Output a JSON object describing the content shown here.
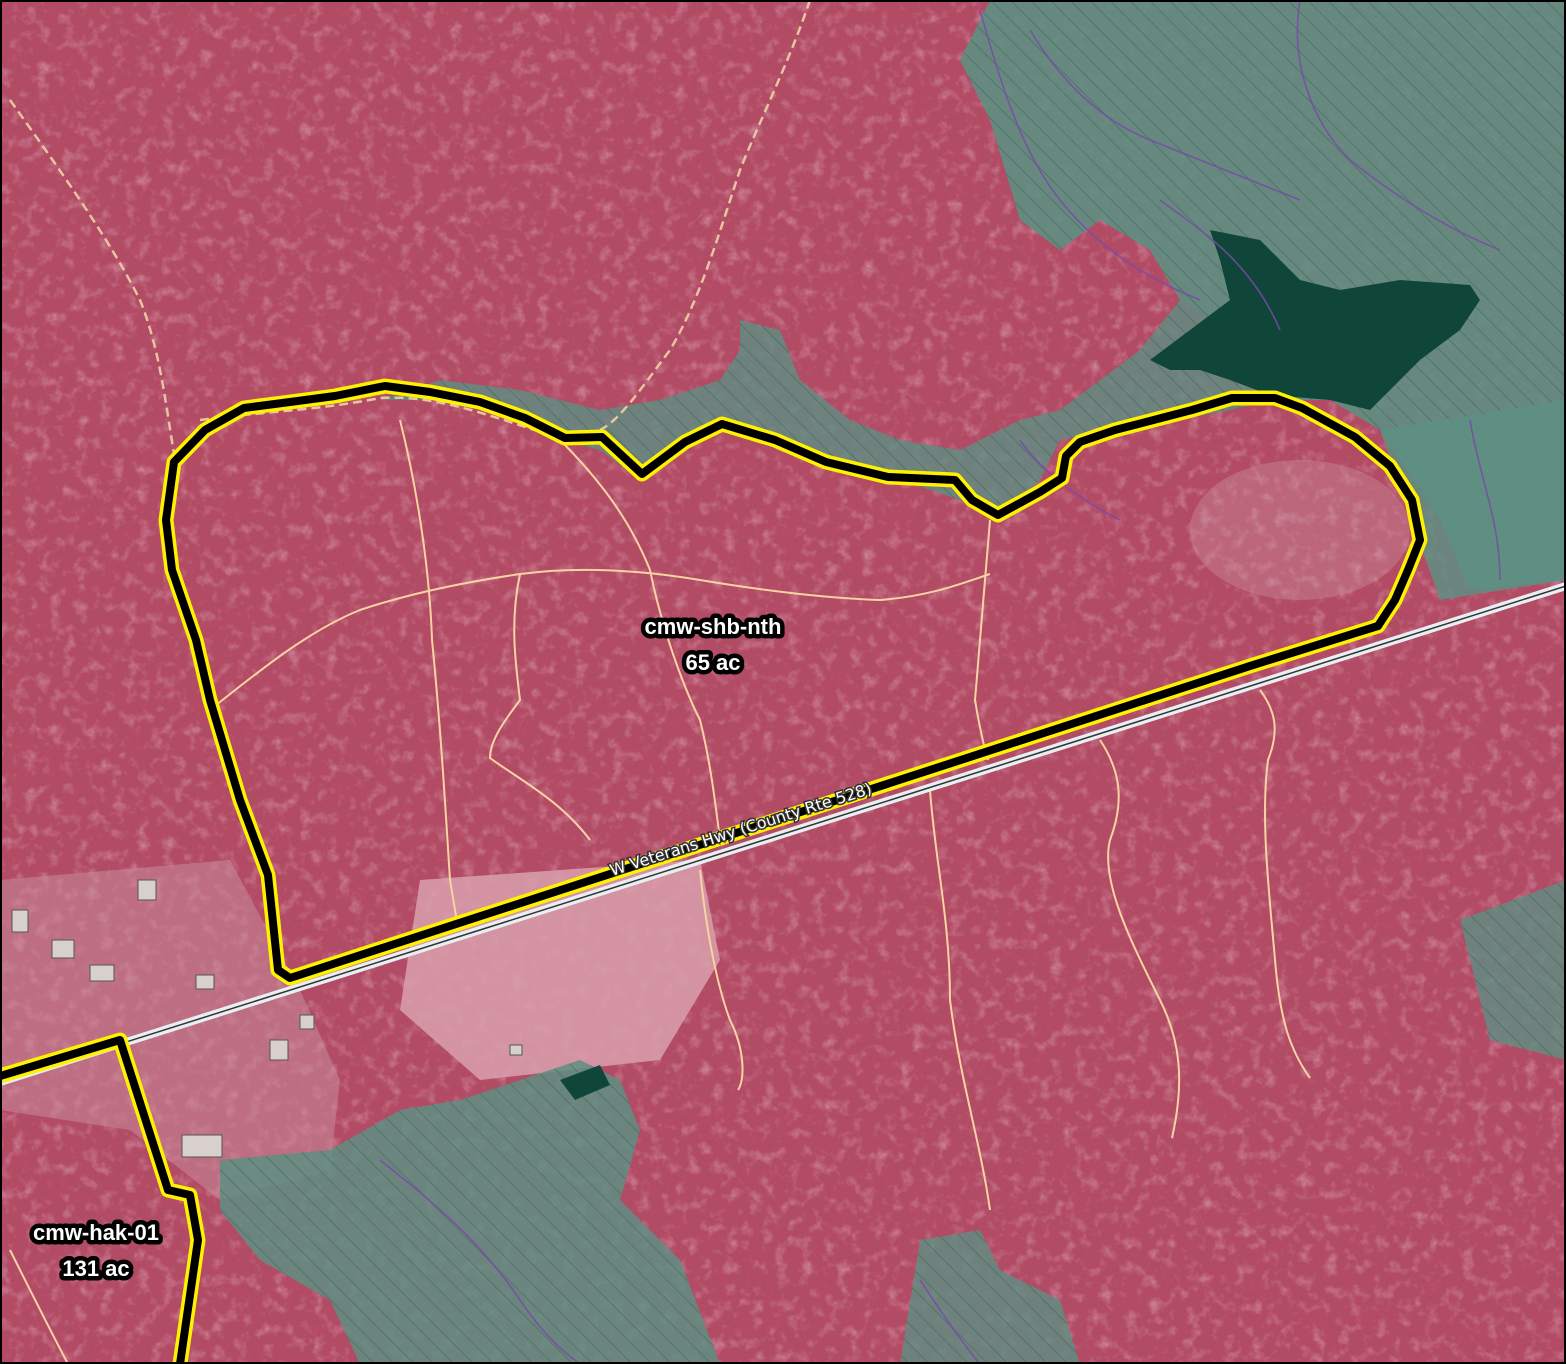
{
  "map": {
    "parcels": [
      {
        "name": "cmw-shb-nth",
        "area": "65 ac"
      },
      {
        "name": "cmw-hak-01",
        "area": "131 ac"
      }
    ],
    "road_label": "W Veterans Hwy  (County Rte 528)"
  },
  "colors": {
    "forest": "#b4485e",
    "forest_dark": "#8e3046",
    "clearing": "#d69aa8",
    "wetland": "#5d8c80",
    "water": "#10443a",
    "parcel_outline": "#000000",
    "parcel_halo": "#fff200",
    "trail": "#f4d4a0",
    "dashed_trail": "#e8c8a0",
    "stream": "#7a4aa8"
  }
}
